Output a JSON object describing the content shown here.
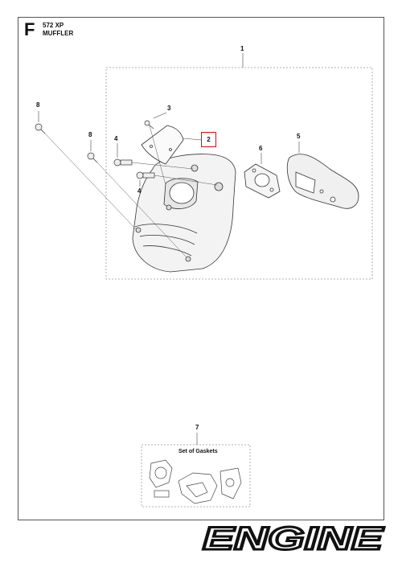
{
  "header": {
    "section_letter": "F",
    "model": "572 XP",
    "group": "MUFFLER"
  },
  "callouts": {
    "c1": "1",
    "c2": "2",
    "c3": "3",
    "c4a": "4",
    "c4b": "4",
    "c5": "5",
    "c6": "6",
    "c7": "7",
    "c8a": "8",
    "c8b": "8"
  },
  "highlight": {
    "part": "2",
    "color": "#d11111"
  },
  "gasket_kit": {
    "title": "Set of Gaskets"
  },
  "brand": {
    "logo_text": "ENGINE"
  }
}
